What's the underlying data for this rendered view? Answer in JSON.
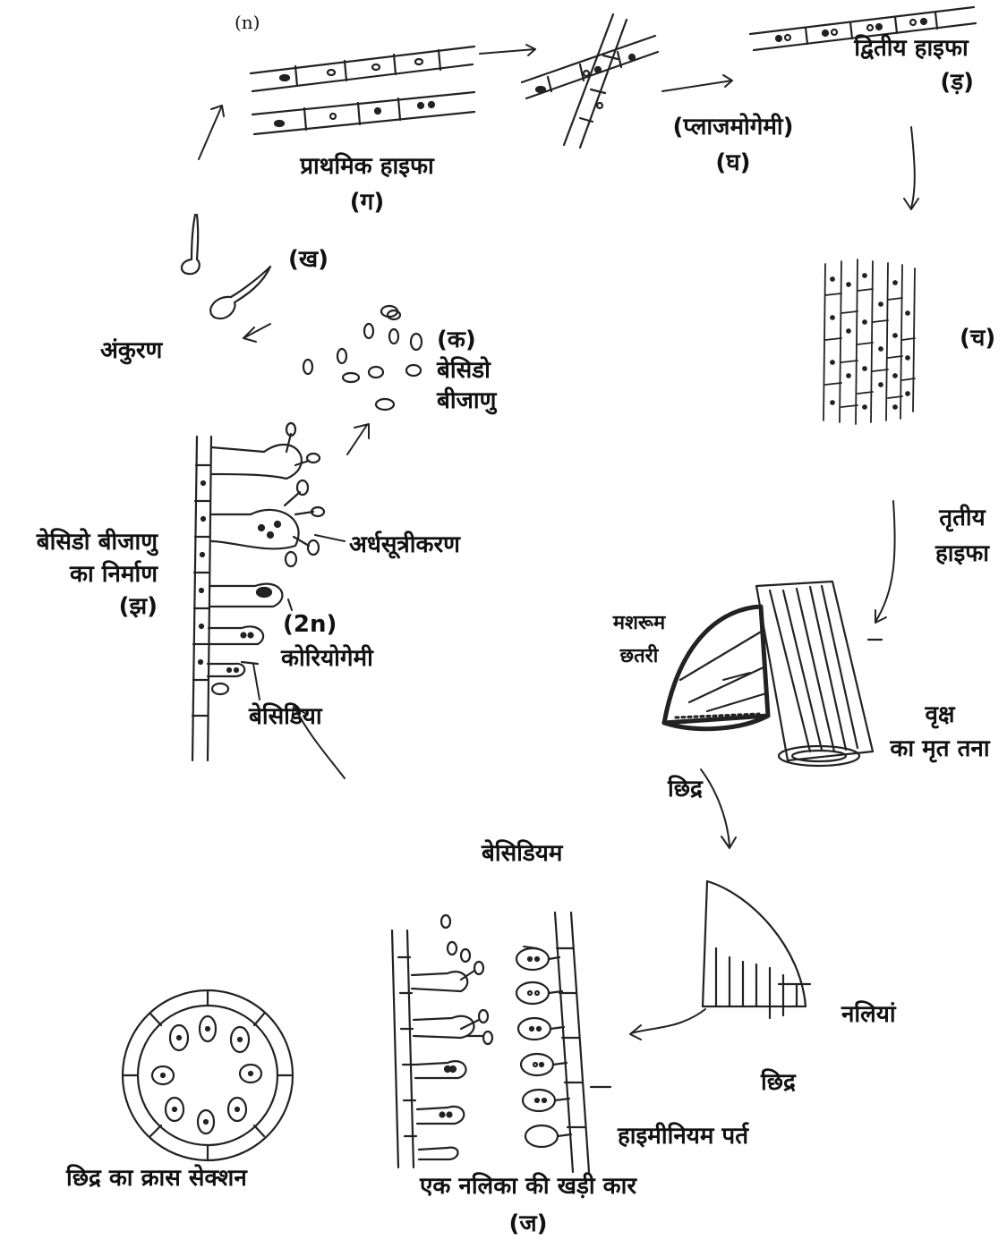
{
  "labels": {
    "ploidy_n": "(n)",
    "primary_hypha": "प्राथमिक हाइफा",
    "primary_hypha_tag": "(ग)",
    "plasmogamy": "(प्लाजमोगेमी)",
    "plasmogamy_tag": "(घ)",
    "secondary_hypha": "द्वितीय हाइफा",
    "secondary_hypha_tag": "(ड़)",
    "tertiary_tag": "(च)",
    "tertiary_hypha_line1": "तृतीय",
    "tertiary_hypha_line2": "हाइफा",
    "germination_tag": "(ख)",
    "germination": "अंकुरण",
    "spores_tag": "(क)",
    "spores_line1": "बेसिडो",
    "spores_line2": "बीजाणु",
    "meiosis": "अर्धसूत्रीकरण",
    "formation_line1": "बेसिडो बीजाणु",
    "formation_line2": "का निर्माण",
    "formation_tag": "(झ)",
    "ploidy_2n": "(2n)",
    "karyogamy": "कोरियोगेमी",
    "basidia": "बेसिडिया",
    "mushroom_line1": "मशरूम",
    "mushroom_line2": "छतरी",
    "tree_line1": "वृक्ष",
    "tree_line2": "का मृत तना",
    "pore_top": "छिद्र",
    "basidium": "बेसिडियम",
    "tubes": "नलियां",
    "pore_bottom": "छिद्र",
    "hymenium": "हाइमीनियम पर्त",
    "cross_section": "छिद्र का क्रास सेक्शन",
    "long_section": "एक नलिका की खड़ी कार",
    "long_section_tag": "(ज)"
  }
}
